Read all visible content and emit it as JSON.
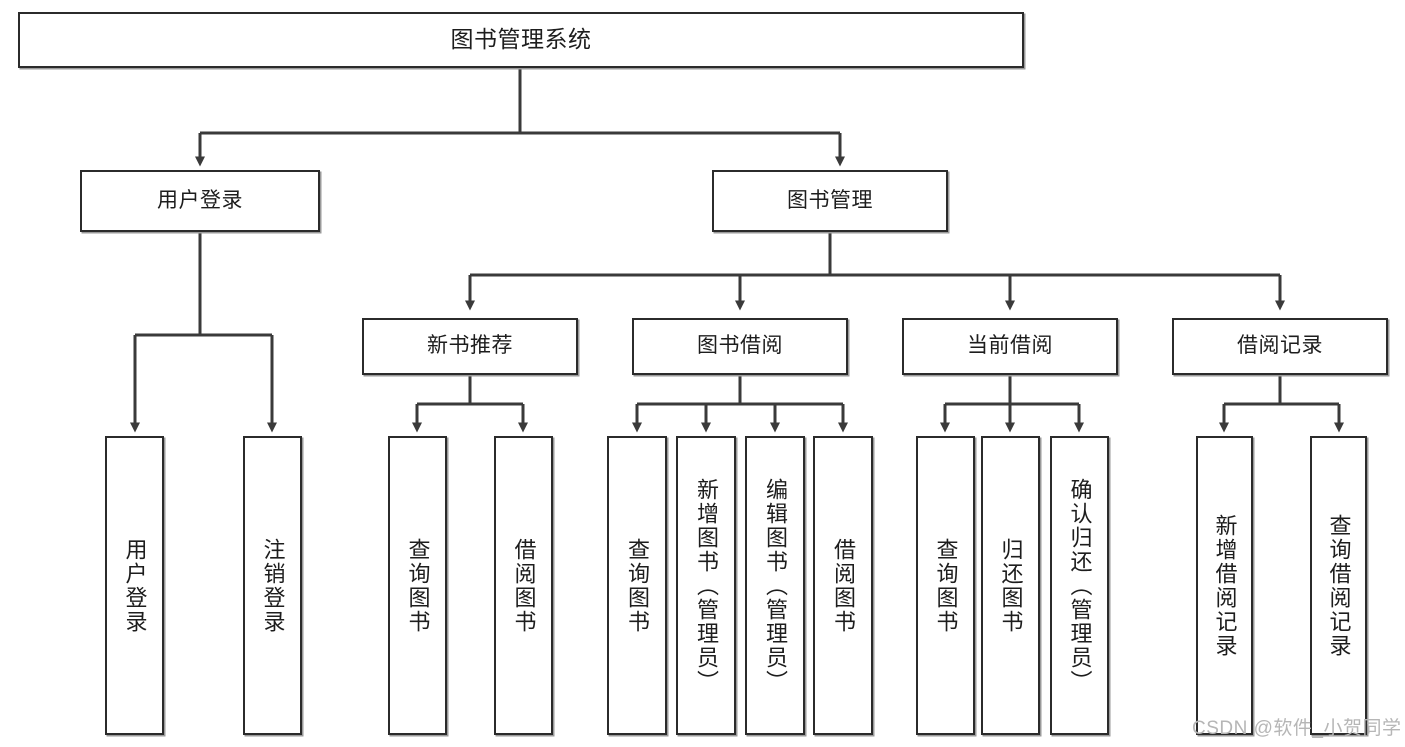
{
  "diagram": {
    "title": "图书管理系统",
    "type": "tree-hierarchy-chart",
    "watermark": "CSDN @软件_小贺同学",
    "colors": {
      "box_border": "#2b2b2b",
      "box_fill": "#ffffff",
      "connector": "#3a3a3a",
      "text": "#1d1d1d",
      "watermark": "#b6b6b6"
    }
  },
  "nodes": {
    "root": {
      "label": "图书管理系统"
    },
    "level2": [
      {
        "label": "用户登录"
      },
      {
        "label": "图书管理"
      }
    ],
    "level3": [
      {
        "label": "新书推荐"
      },
      {
        "label": "图书借阅"
      },
      {
        "label": "当前借阅"
      },
      {
        "label": "借阅记录"
      }
    ],
    "leaves_user_login": [
      {
        "label": "用户登录"
      },
      {
        "label": "注销登录"
      }
    ],
    "leaves_new_book": [
      {
        "label": "查询图书"
      },
      {
        "label": "借阅图书"
      }
    ],
    "leaves_borrow": [
      {
        "label": "查询图书"
      },
      {
        "label": "新增图书（管理员）"
      },
      {
        "label": "编辑图书（管理员）"
      },
      {
        "label": "借阅图书"
      }
    ],
    "leaves_current": [
      {
        "label": "查询图书"
      },
      {
        "label": "归还图书"
      },
      {
        "label": "确认归还（管理员）"
      }
    ],
    "leaves_records": [
      {
        "label": "新增借阅记录"
      },
      {
        "label": "查询借阅记录"
      }
    ]
  }
}
